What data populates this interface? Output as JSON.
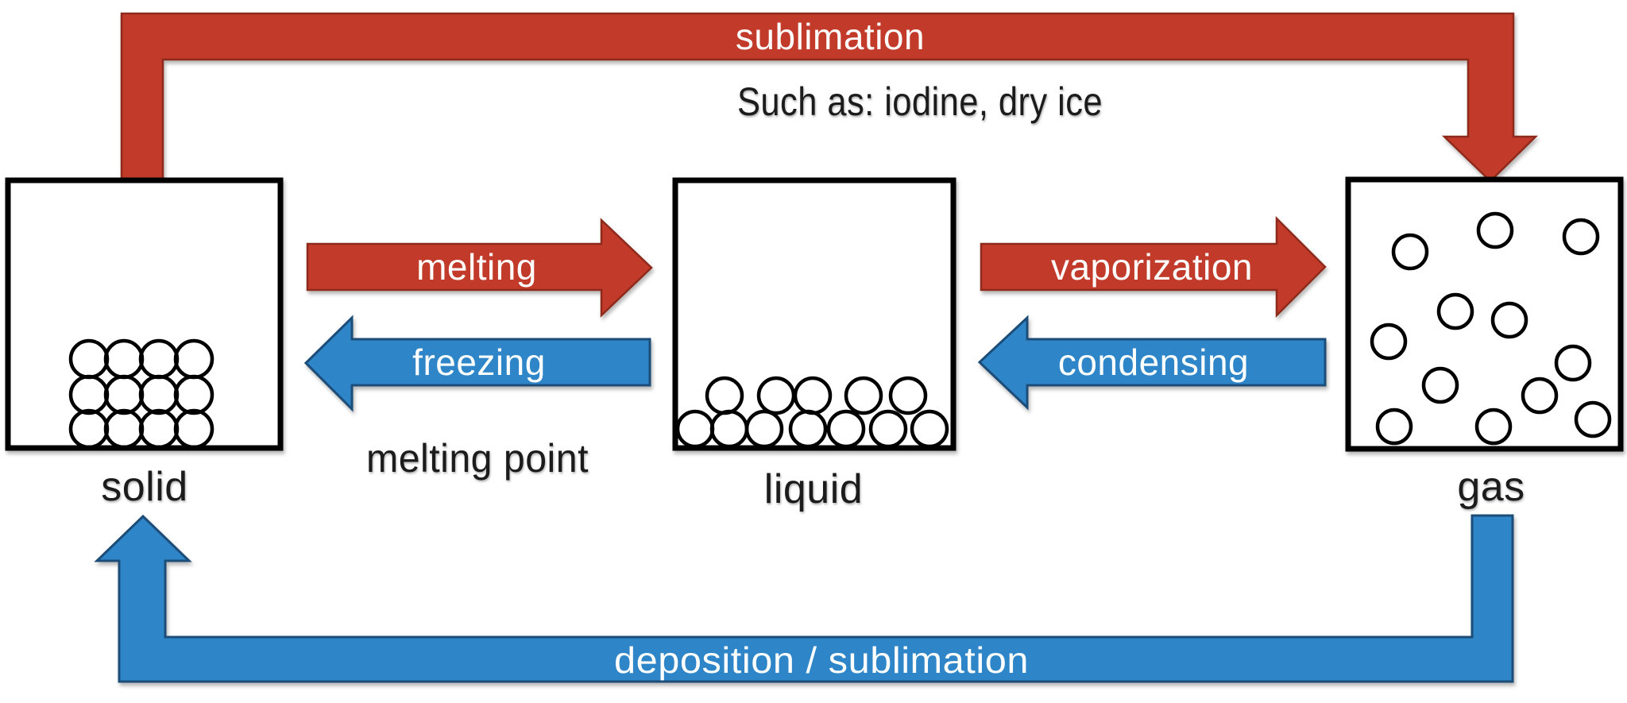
{
  "diagram": {
    "type": "phase-change-diagram",
    "states": {
      "solid": {
        "label": "solid",
        "particle_arrangement": "tightly packed grid"
      },
      "liquid": {
        "label": "liquid",
        "particle_arrangement": "loose layer at bottom"
      },
      "gas": {
        "label": "gas",
        "particle_arrangement": "scattered"
      }
    },
    "transitions": {
      "sublimation": {
        "label": "sublimation",
        "from": "solid",
        "to": "gas",
        "role": "heating"
      },
      "melting": {
        "label": "melting",
        "from": "solid",
        "to": "liquid",
        "role": "heating"
      },
      "freezing": {
        "label": "freezing",
        "from": "liquid",
        "to": "solid",
        "role": "cooling"
      },
      "vaporization": {
        "label": "vaporization",
        "from": "liquid",
        "to": "gas",
        "role": "heating"
      },
      "condensing": {
        "label": "condensing",
        "from": "gas",
        "to": "liquid",
        "role": "cooling"
      },
      "deposition": {
        "label": "deposition / sublimation",
        "from": "gas",
        "to": "solid",
        "role": "cooling"
      }
    },
    "annotations": {
      "sublimation_examples": "Such as: iodine, dry ice",
      "melting_point_note": "melting point"
    },
    "colors": {
      "heat_fill": "#c23b2a",
      "heat_outline": "#8e2b1d",
      "cool_fill": "#2e86c8",
      "cool_outline": "#1f4e79",
      "box_fill": "#ffffff",
      "box_border": "#000000",
      "particle_stroke": "#000000",
      "dark_text": "#1a1a1a",
      "light_text": "#ffffff"
    }
  }
}
